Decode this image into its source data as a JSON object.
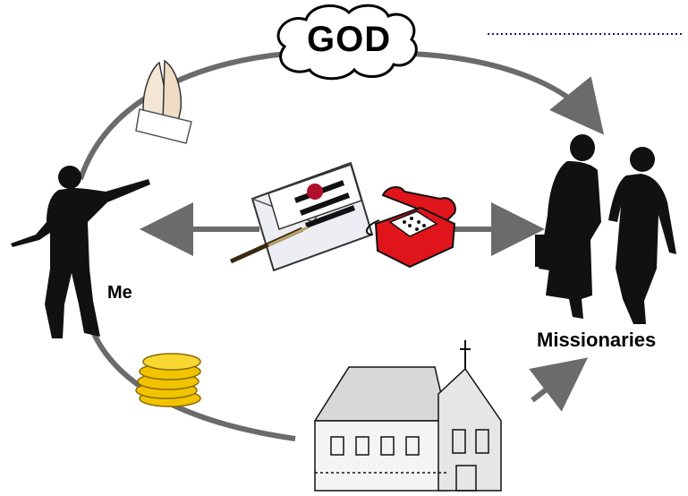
{
  "labels": {
    "god": "GOD",
    "me": "Me",
    "missionaries": "Missionaries"
  },
  "icons": [
    "cloud-icon",
    "praying-hands-icon",
    "person-silhouette-icon",
    "couple-silhouette-icon",
    "letter-envelope-icon",
    "telephone-icon",
    "coins-icon",
    "church-building-icon"
  ],
  "colors": {
    "arrow": "#6b6b6b",
    "phone": "#e0141b",
    "coins": "#f2c400",
    "dotted_line": "#1a1a7a"
  }
}
